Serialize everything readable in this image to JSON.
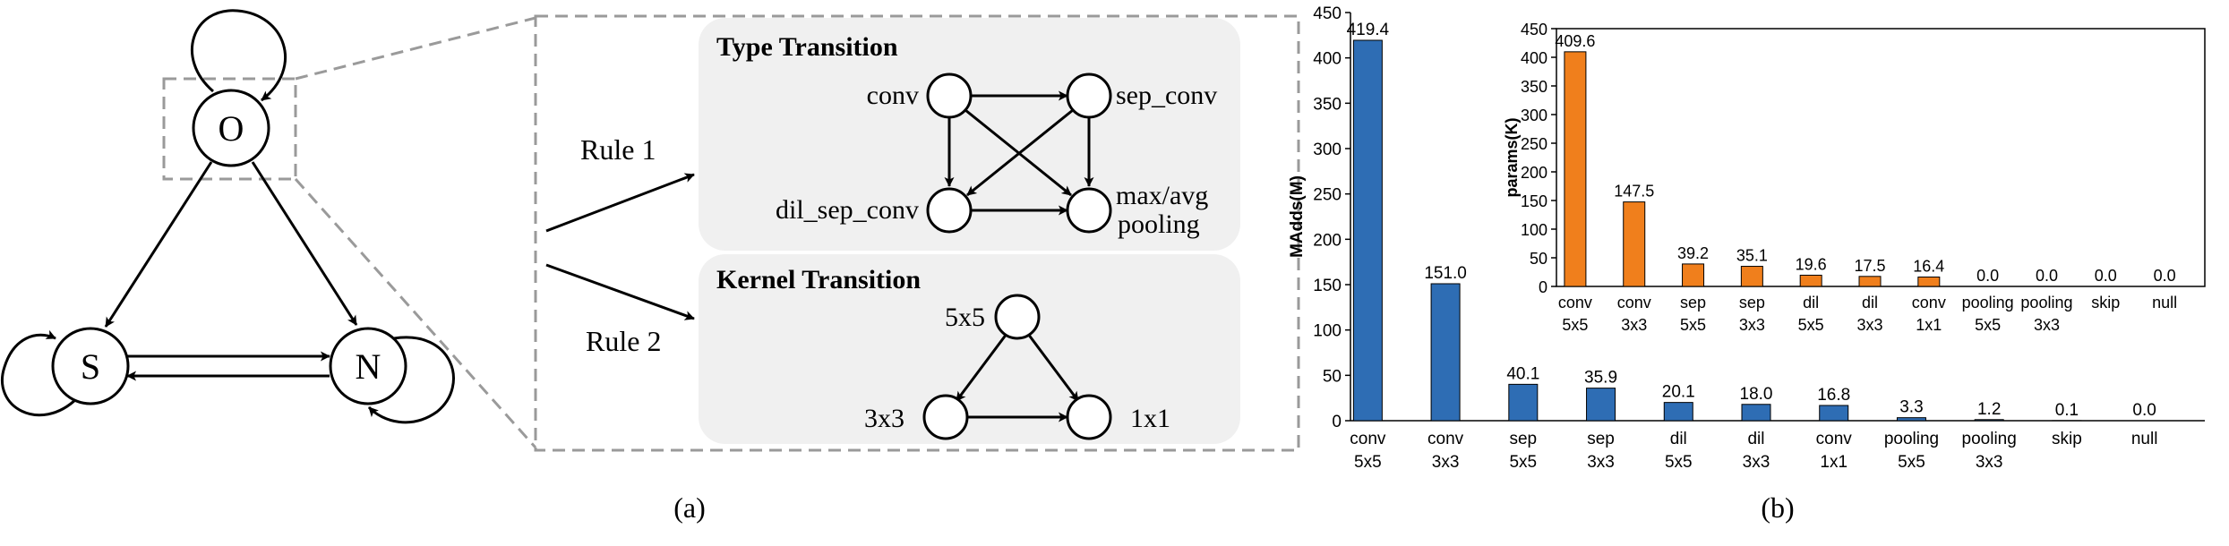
{
  "panel_a": {
    "caption": "(a)",
    "states": {
      "o": "O",
      "s": "S",
      "n": "N"
    },
    "rule1_label": "Rule 1",
    "rule2_label": "Rule 2",
    "type_transition": {
      "title": "Type Transition",
      "conv": "conv",
      "sep_conv": "sep_conv",
      "dil_sep_conv": "dil_sep_conv",
      "pool_line1": "max/avg",
      "pool_line2": "pooling"
    },
    "kernel_transition": {
      "title": "Kernel Transition",
      "k5": "5x5",
      "k3": "3x3",
      "k1": "1x1"
    }
  },
  "panel_b": {
    "caption": "(b)"
  },
  "chart_data": [
    {
      "type": "bar",
      "categories": [
        [
          "conv",
          "5x5"
        ],
        [
          "conv",
          "3x3"
        ],
        [
          "sep",
          "5x5"
        ],
        [
          "sep",
          "3x3"
        ],
        [
          "dil",
          "5x5"
        ],
        [
          "dil",
          "3x3"
        ],
        [
          "conv",
          "1x1"
        ],
        [
          "pooling",
          "5x5"
        ],
        [
          "pooling",
          "3x3"
        ],
        [
          "skip",
          ""
        ],
        [
          "null",
          ""
        ]
      ],
      "values": [
        419.4,
        151.0,
        40.1,
        35.9,
        20.1,
        18.0,
        16.8,
        3.3,
        1.2,
        0.1,
        0.0
      ],
      "value_labels": [
        "419.4",
        "151.0",
        "40.1",
        "35.9",
        "20.1",
        "18.0",
        "16.8",
        "3.3",
        "1.2",
        "0.1",
        "0.0"
      ],
      "ylabel": "MAdds(M)",
      "ylim": [
        0,
        450
      ],
      "yticks": [
        0,
        50,
        100,
        150,
        200,
        250,
        300,
        350,
        400,
        450
      ],
      "color": "#2e6db4"
    },
    {
      "type": "bar",
      "categories": [
        [
          "conv",
          "5x5"
        ],
        [
          "conv",
          "3x3"
        ],
        [
          "sep",
          "5x5"
        ],
        [
          "sep",
          "3x3"
        ],
        [
          "dil",
          "5x5"
        ],
        [
          "dil",
          "3x3"
        ],
        [
          "conv",
          "1x1"
        ],
        [
          "pooling",
          "5x5"
        ],
        [
          "pooling",
          "3x3"
        ],
        [
          "skip",
          ""
        ],
        [
          "null",
          ""
        ]
      ],
      "values": [
        409.6,
        147.5,
        39.2,
        35.1,
        19.6,
        17.5,
        16.4,
        0.0,
        0.0,
        0.0,
        0.0
      ],
      "value_labels": [
        "409.6",
        "147.5",
        "39.2",
        "35.1",
        "19.6",
        "17.5",
        "16.4",
        "0.0",
        "0.0",
        "0.0",
        "0.0"
      ],
      "ylabel": "params(K)",
      "ylim": [
        0,
        450
      ],
      "yticks": [
        0,
        50,
        100,
        150,
        200,
        250,
        300,
        350,
        400,
        450
      ],
      "color": "#f07f1c"
    }
  ]
}
